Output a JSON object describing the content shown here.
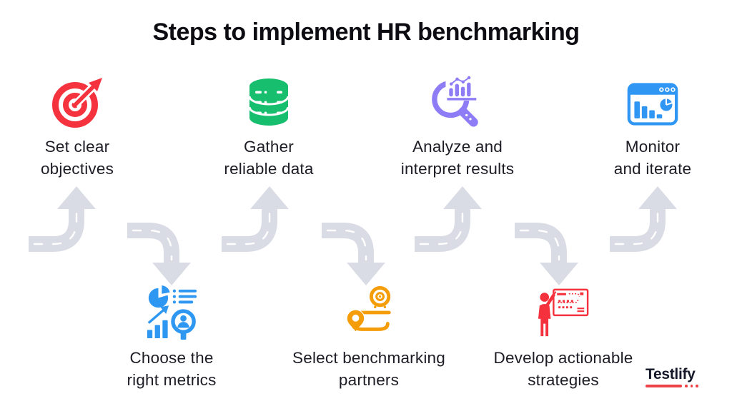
{
  "title": "Steps to implement HR benchmarking",
  "steps": [
    {
      "name": "set-clear-objectives",
      "lines": [
        "Set clear",
        "objectives"
      ],
      "icon": "target-dart-icon",
      "color": "#f5333f",
      "row": "top"
    },
    {
      "name": "choose-the-right-metrics",
      "lines": [
        "Choose the",
        "right metrics"
      ],
      "icon": "metrics-analysis-icon",
      "color": "#2e97f2",
      "row": "bottom"
    },
    {
      "name": "gather-reliable-data",
      "lines": [
        "Gather",
        "reliable data"
      ],
      "icon": "database-icon",
      "color": "#17be6e",
      "row": "top"
    },
    {
      "name": "select-benchmarking-partners",
      "lines": [
        "Select benchmarking",
        "partners"
      ],
      "icon": "route-destination-icon",
      "color": "#f59d08",
      "row": "bottom"
    },
    {
      "name": "analyze-and-interpret-results",
      "lines": [
        "Analyze and",
        "interpret results"
      ],
      "icon": "magnifier-chart-icon",
      "color": "#8d7cf6",
      "row": "top"
    },
    {
      "name": "develop-actionable-strategies",
      "lines": [
        "Develop actionable",
        "strategies"
      ],
      "icon": "presenter-strategy-board-icon",
      "color": "#f4313c",
      "row": "bottom"
    },
    {
      "name": "monitor-and-iterate",
      "lines": [
        "Monitor",
        "and iterate"
      ],
      "icon": "browser-analytics-icon",
      "color": "#2f96f3",
      "row": "top"
    }
  ],
  "flow": {
    "arrow_color": "#d9dce4",
    "arrow_dash_color": "#ffffff",
    "arrow_count": 7,
    "pattern": "zigzag top-bottom"
  },
  "logo": {
    "text": "Testlify",
    "accent_color": "#ef4148",
    "text_color": "#141829"
  }
}
